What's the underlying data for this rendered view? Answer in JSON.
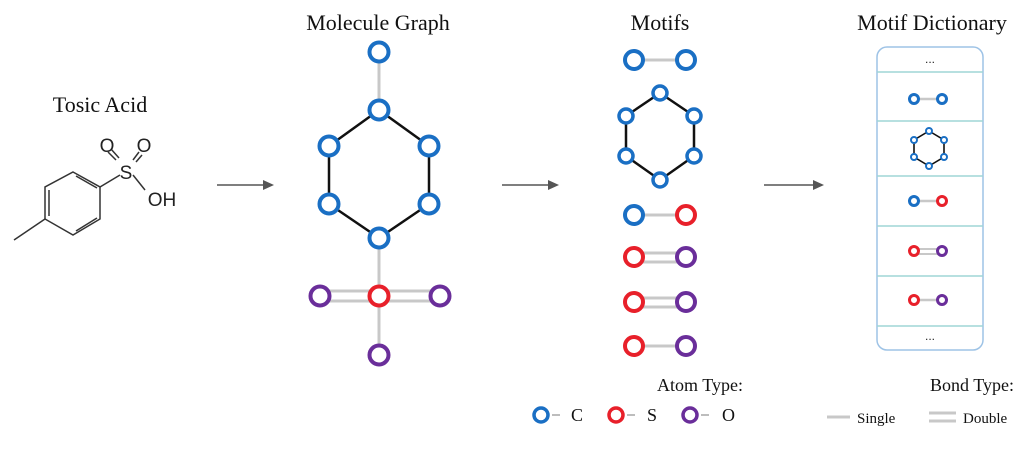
{
  "titles": {
    "tosic_acid": "Tosic Acid",
    "molecule_graph": "Molecule Graph",
    "motifs": "Motifs",
    "motif_dictionary": "Motif Dictionary"
  },
  "structure_labels": {
    "s": "S",
    "o1": "O",
    "o2": "O",
    "oh": "OH"
  },
  "dictionary_ellipsis": {
    "top": "...",
    "bottom": "..."
  },
  "legend": {
    "atom_title": "Atom Type:",
    "atoms": [
      {
        "label": "C",
        "color": "#1a6fc4"
      },
      {
        "label": "S",
        "color": "#e8202a"
      },
      {
        "label": "O",
        "color": "#6a2e9a"
      }
    ],
    "bond_title": "Bond Type:",
    "bonds": [
      {
        "label": "Single"
      },
      {
        "label": "Double"
      }
    ]
  },
  "colors": {
    "carbon": "#1a6fc4",
    "sulfur": "#e8202a",
    "oxygen": "#6a2e9a",
    "bond_gray": "#c8c8c8",
    "ring_bond": "#111111",
    "arrow": "#555555",
    "dictionary_border": "#9ec3e6",
    "dictionary_divider": "#9fd6d6"
  }
}
